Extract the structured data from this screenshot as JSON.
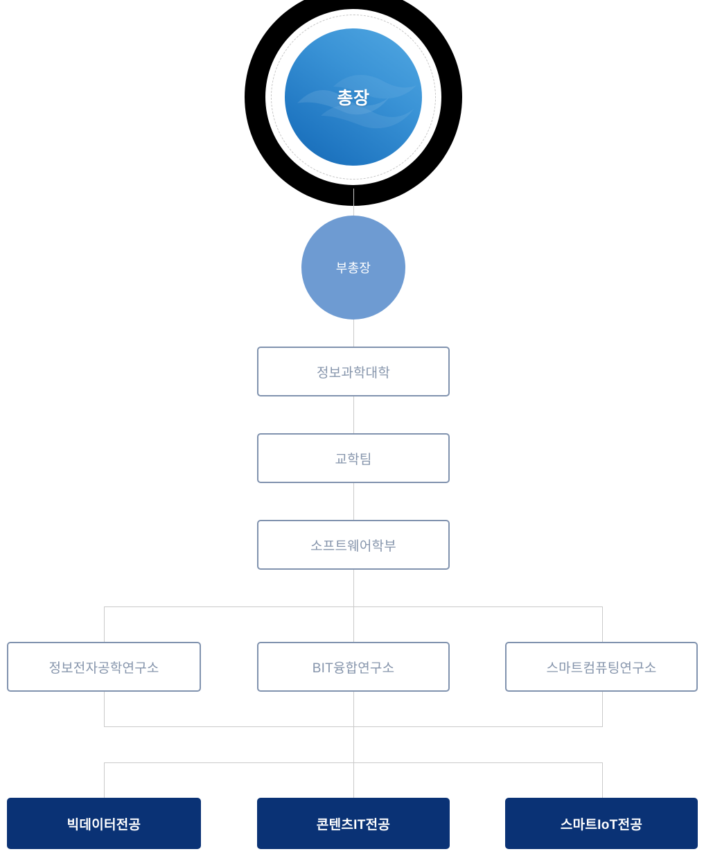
{
  "chart": {
    "type": "org-chart",
    "title": "",
    "colors": {
      "navy": "#0a3275",
      "outline_border": "#8092ae",
      "outline_text": "#8594ab",
      "vice_circle": "#6e9bd2",
      "president_core_light": "#52a8e2",
      "president_core_dark": "#1567b2",
      "president_ring": "#000000",
      "connector": "#c9c9c9"
    }
  },
  "nodes": {
    "president": {
      "label": "총장",
      "level": 1,
      "shape": "circle",
      "icon": "wave-emblem-watermark"
    },
    "vice_president": {
      "label": "부총장",
      "level": 2,
      "shape": "circle"
    },
    "chain": [
      {
        "label": "정보과학대학",
        "level": 3,
        "shape": "box"
      },
      {
        "label": "교학팀",
        "level": 4,
        "shape": "box"
      },
      {
        "label": "소프트웨어학부",
        "level": 5,
        "shape": "box"
      }
    ],
    "institutes": [
      {
        "label": "정보전자공학연구소",
        "level": 6,
        "shape": "box",
        "position": "left"
      },
      {
        "label": "BIT융합연구소",
        "level": 6,
        "shape": "box",
        "position": "center"
      },
      {
        "label": "스마트컴퓨팅연구소",
        "level": 6,
        "shape": "box",
        "position": "right"
      }
    ],
    "majors": [
      {
        "label": "빅데이터전공",
        "level": 7,
        "shape": "filled-box",
        "position": "left"
      },
      {
        "label": "콘텐츠IT전공",
        "level": 7,
        "shape": "filled-box",
        "position": "center"
      },
      {
        "label": "스마트IoT전공",
        "level": 7,
        "shape": "filled-box",
        "position": "right"
      }
    ]
  }
}
